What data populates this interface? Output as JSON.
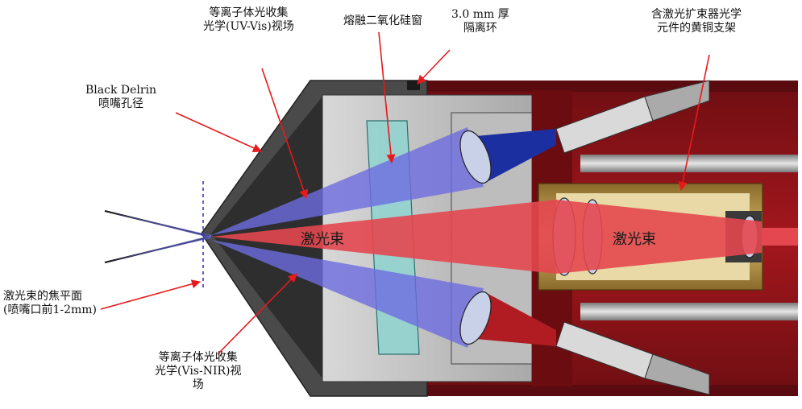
{
  "labels": {
    "uv_vis": [
      "等离子体光收集",
      "光学(UV-Vis)视场"
    ],
    "fused_silica": "熔融二氧化硅窗",
    "spacer": [
      "3.0 mm 厚",
      "隔离环"
    ],
    "brass_holder": [
      "含激光扩束器光学",
      "元件的黄铜支架"
    ],
    "delrin": [
      "Black Delrin",
      "喷嘴孔径"
    ],
    "laser_beam_left": "激光束",
    "laser_beam_right": "激光束",
    "focal_plane": [
      "激光束的焦平面",
      "(喷嘴口前1-2mm)"
    ],
    "vis_nir": [
      "等离子体光收集",
      "光学(Vis-NIR)视",
      "场"
    ]
  },
  "colors": {
    "annotation_arrow": "#e8191c",
    "housing_red": "#8c1217",
    "nozzle_gray": "#555555",
    "laser_beam": "#e4474f",
    "plasma_light": "#6d6de0",
    "fused_silica": "#8fd3d0",
    "brass": "#c8a85a"
  }
}
